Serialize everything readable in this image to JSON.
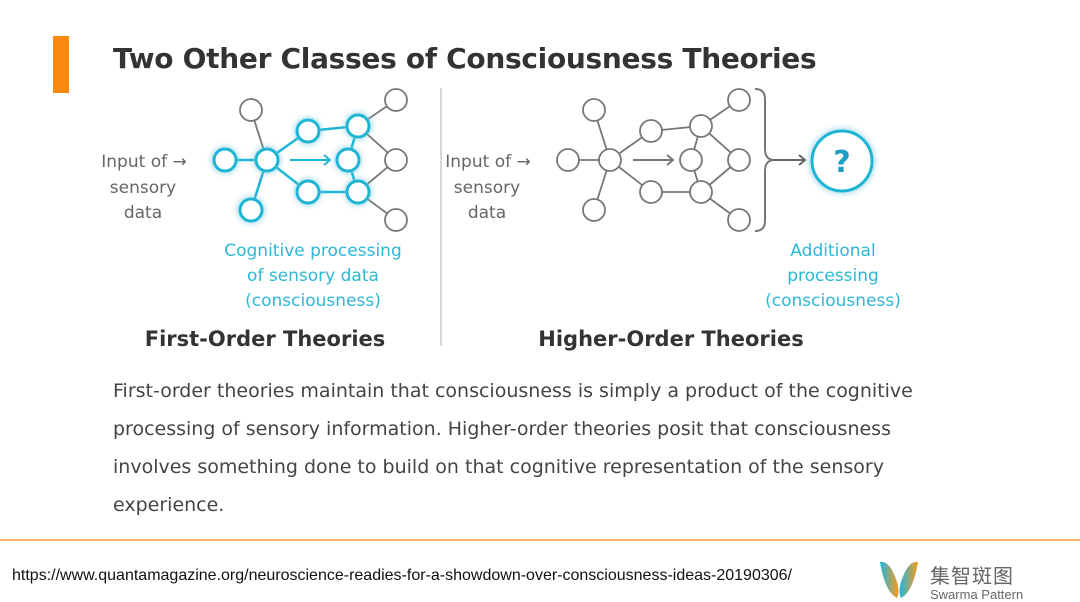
{
  "title": "Two Other Classes of Consciousness Theories",
  "first_order": {
    "input_label": [
      "Input of →",
      "sensory",
      "data"
    ],
    "caption": [
      "Cognitive processing",
      "of sensory data",
      "(consciousness)"
    ],
    "heading": "First-Order Theories"
  },
  "higher_order": {
    "input_label": [
      "Input of →",
      "sensory",
      "data"
    ],
    "caption": [
      "Additional",
      "processing",
      "(consciousness)"
    ],
    "question_mark": "?",
    "heading": "Higher-Order Theories"
  },
  "body_text": "First-order theories maintain that consciousness is simply a product of the cognitive processing of sensory information. Higher-order theories posit that consciousness involves something done to build on that cognitive representation of the sensory experience.",
  "footer": {
    "url": "https://www.quantamagazine.org/neuroscience-readies-for-a-showdown-over-consciousness-ideas-20190306/",
    "logo_cn": "集智斑图",
    "logo_en": "Swarma Pattern"
  },
  "colors": {
    "accent": "#f98a0f",
    "cyan": "#1fb6d4",
    "gray": "#666666"
  }
}
